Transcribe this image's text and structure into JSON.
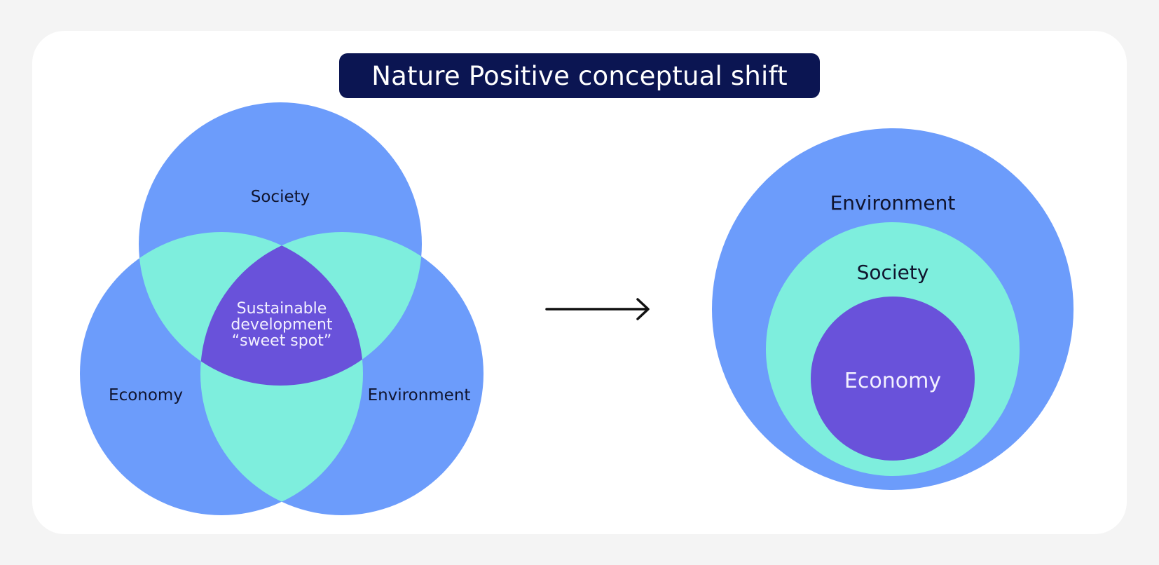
{
  "title": "Nature Positive conceptual shift",
  "colors": {
    "circle_blue": "#6c9cfb",
    "overlap_teal": "#7eeedd",
    "center_purple": "#6952da",
    "title_bg": "#0b1552",
    "text_dark": "#10142e",
    "text_light": "#f2f0ff"
  },
  "venn": {
    "society": "Society",
    "economy": "Economy",
    "environment": "Environment",
    "center_line1": "Sustainable",
    "center_line2": "development",
    "center_line3": "“sweet spot”"
  },
  "arrow": "right-arrow-icon",
  "nested": {
    "outer": "Environment",
    "middle": "Society",
    "inner": "Economy"
  }
}
